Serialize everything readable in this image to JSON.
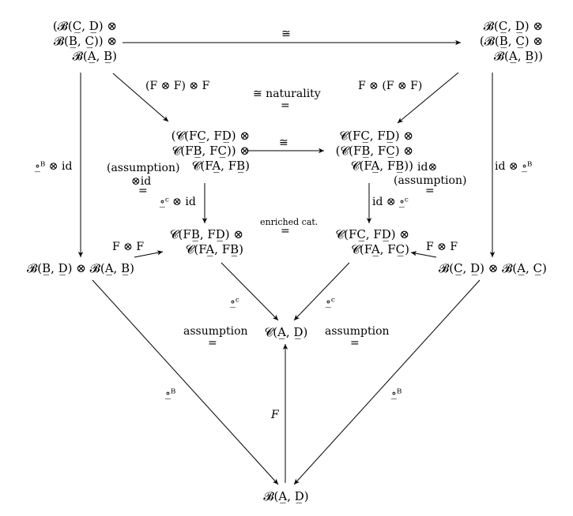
{
  "nodes": {
    "top_left": [
      "(𝓑(C̲, D̲) ⊗",
      "𝓑(B̲, C̲)) ⊗",
      "𝓑(A̲, B̲)"
    ],
    "top_right": [
      "𝓑(C̲, D̲) ⊗",
      "(𝓑(B̲, C̲) ⊗",
      "𝓑(A̲, B̲))"
    ],
    "mid_left": [
      "(𝓒(FC̲, FD̲) ⊗",
      "𝓒(FB̲, FC̲)) ⊗",
      "𝓒(FA̲, FB̲)"
    ],
    "mid_right": [
      "𝓒(FC̲, FD̲) ⊗",
      "(𝓒(FB̲, FC̲) ⊗",
      "𝓒(FA̲, FB̲))"
    ],
    "low_left": [
      "𝓒(FB̲, FD̲) ⊗",
      "𝓒(FA̲, FB̲)"
    ],
    "low_right": [
      "𝓒(FC̲, FD̲) ⊗",
      "𝓒(FA̲, FC̲)"
    ],
    "side_left": "𝓑(B̲, D̲) ⊗ 𝓑(A̲, B̲)",
    "side_right": "𝓑(C̲, D̲) ⊗ 𝓑(A̲, C̲)",
    "center": "𝓒(A̲, D̲)",
    "bottom": "𝓑(A̲, D̲)"
  },
  "labels": {
    "top_iso": "≅",
    "mid_iso": "≅",
    "tl_tensor": "(F ⊗ F) ⊗ F",
    "tr_tensor": "F ⊗ (F ⊗ F)",
    "naturality": "≅ naturality",
    "naturality_eq": "=",
    "left_vertical": "∘̲ᴮ ⊗ id",
    "right_vertical": "id ⊗ ∘̲ᴮ",
    "assumption_left_1": "(assumption)",
    "assumption_left_2": "⊗id",
    "assumption_left_eq": "=",
    "assumption_right_1": "id⊗",
    "assumption_right_2": "(assumption)",
    "assumption_right_eq": "=",
    "comp_c_id": "∘̲ᶜ ⊗ id",
    "id_comp_c": "id ⊗ ∘̲ᶜ",
    "enriched": "enriched cat.",
    "enriched_eq": "=",
    "fxf_left": "F ⊗ F",
    "fxf_right": "F ⊗ F",
    "comp_c_left": "∘̲ᶜ",
    "comp_c_right": "∘̲ᶜ",
    "assumption_l": "assumption",
    "assumption_l_eq": "=",
    "assumption_r": "assumption",
    "assumption_r_eq": "=",
    "comp_b_left": "∘̲ᴮ",
    "comp_b_right": "∘̲ᴮ",
    "F": "F"
  }
}
